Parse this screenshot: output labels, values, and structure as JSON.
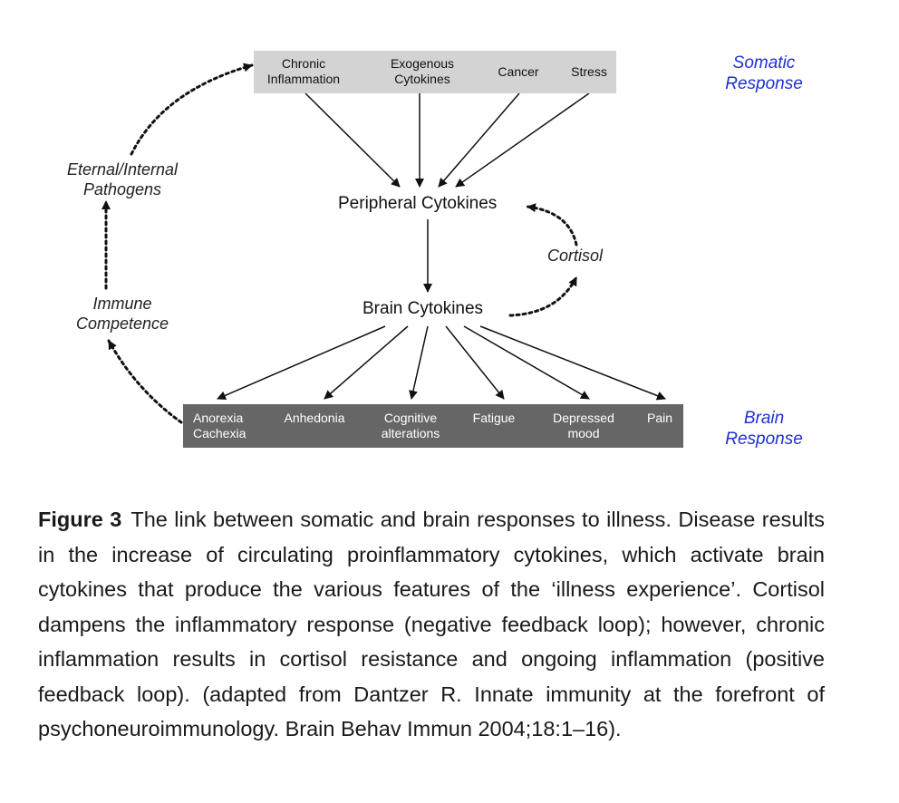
{
  "diagram": {
    "somatic_triggers": [
      "Chronic\nInflammation",
      "Exogenous\nCytokines",
      "Cancer",
      "Stress"
    ],
    "peripheral_node": "Peripheral Cytokines",
    "brain_node": "Brain Cytokines",
    "cortisol_label": "Cortisol",
    "pathogens_label": "Eternal/Internal\nPathogens",
    "immune_label": "Immune\nCompetence",
    "brain_outcomes": [
      "Anorexia\nCachexia",
      "Anhedonia",
      "Cognitive\nalterations",
      "Fatigue",
      "Depressed\nmood",
      "Pain"
    ],
    "somatic_response_label": "Somatic\nResponse",
    "brain_response_label": "Brain\nResponse",
    "colors": {
      "somatic_box": "#d3d3d3",
      "brain_box": "#666666",
      "side_label": "#1f2fd6"
    }
  },
  "caption": {
    "label": "Figure 3",
    "text": "The link between somatic and brain responses to illness. Disease results in the increase of circulating proinflammatory cytokines, which activate brain cytokines that produce the various features of the ‘illness experience’. Cortisol dampens the inflammatory response (negative feedback loop); however, chronic inflammation results in cortisol resistance and ongoing inflammation (positive feedback loop). (adapted from Dantzer R. Innate immunity at the forefront of psychoneuroimmunology. Brain Behav Immun 2004;18:1–16)."
  }
}
